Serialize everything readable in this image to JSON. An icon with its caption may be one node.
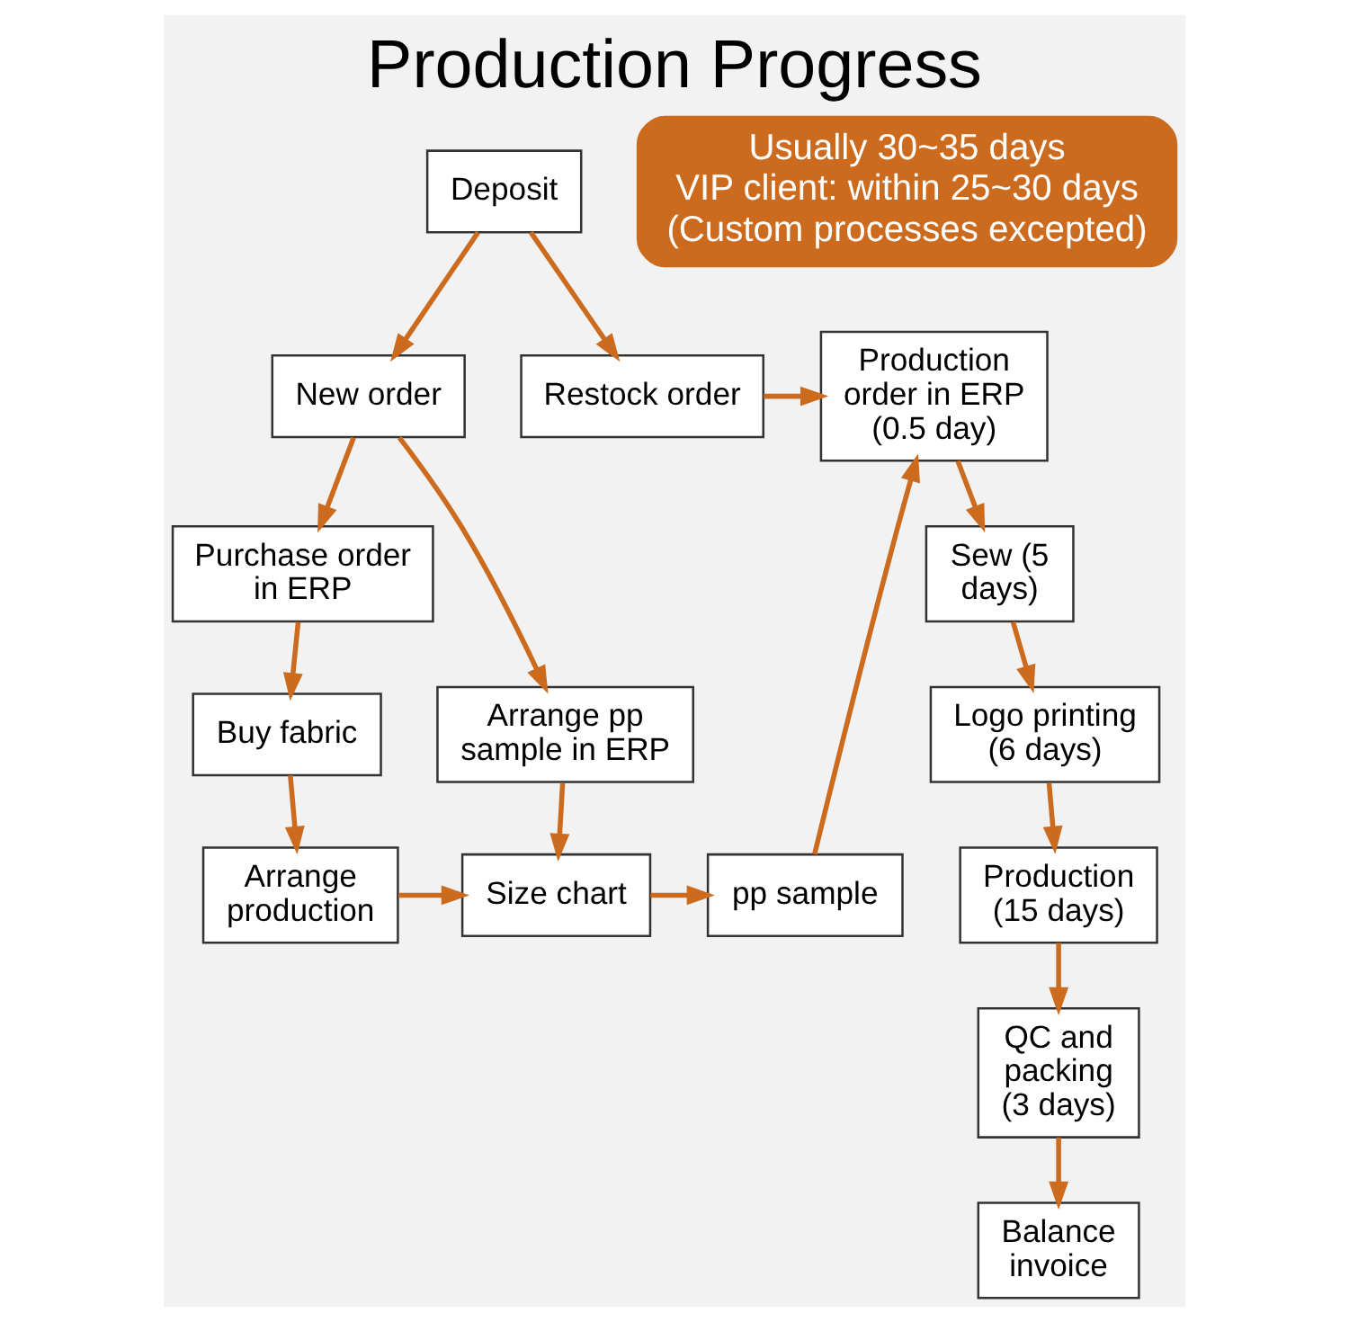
{
  "diagram": {
    "title": "Production Progress",
    "nodes": [
      {
        "text": [
          "Deposit"
        ]
      },
      {
        "text": [
          "New order"
        ]
      },
      {
        "text": [
          "Restock order"
        ]
      },
      {
        "text": [
          "Purchase order in ERP"
        ]
      },
      {
        "text": [
          "Arrange pp sample in ERP"
        ]
      },
      {
        "text": [
          "Buy fabric"
        ]
      },
      {
        "text": [
          "Arrange production"
        ]
      },
      {
        "text": [
          "Size chart"
        ]
      },
      {
        "text": [
          "pp sample"
        ]
      },
      {
        "text": [
          "Production order in ERP (0.5 day)"
        ]
      },
      {
        "text": [
          "Sew (5 days)"
        ]
      },
      {
        "text": [
          "Logo printing (6 days)"
        ]
      },
      {
        "text": [
          "Production (15 days)"
        ]
      },
      {
        "text": [
          "QC and packing (3 days)"
        ]
      },
      {
        "text": [
          "Balance invoice"
        ]
      },
      {
        "text": [
          "Usually 30~35 days",
          "VIP client: within 25~30 days",
          "(Custom processes excepted)"
        ]
      }
    ],
    "edges": [
      {
        "from": 0,
        "to": 1,
        "arrow": "to"
      },
      {
        "from": 0,
        "to": 2,
        "arrow": "to"
      },
      {
        "from": 1,
        "to": 3,
        "arrow": "to"
      },
      {
        "from": 1,
        "to": 4,
        "arrow": "to"
      },
      {
        "from": 3,
        "to": 5,
        "arrow": "to"
      },
      {
        "from": 5,
        "to": 6,
        "arrow": "to"
      },
      {
        "from": 6,
        "to": 7,
        "arrow": "to"
      },
      {
        "from": 4,
        "to": 7,
        "arrow": "to"
      },
      {
        "from": 7,
        "to": 8,
        "arrow": "to"
      },
      {
        "from": 8,
        "to": 9,
        "arrow": "to"
      },
      {
        "from": 2,
        "to": 9,
        "arrow": "to"
      },
      {
        "from": 9,
        "to": 10,
        "arrow": "to"
      },
      {
        "from": 10,
        "to": 11,
        "arrow": "to"
      },
      {
        "from": 11,
        "to": 12,
        "arrow": "to"
      },
      {
        "from": 12,
        "to": 13,
        "arrow": "to"
      },
      {
        "from": 13,
        "to": 14,
        "arrow": "to"
      }
    ]
  }
}
